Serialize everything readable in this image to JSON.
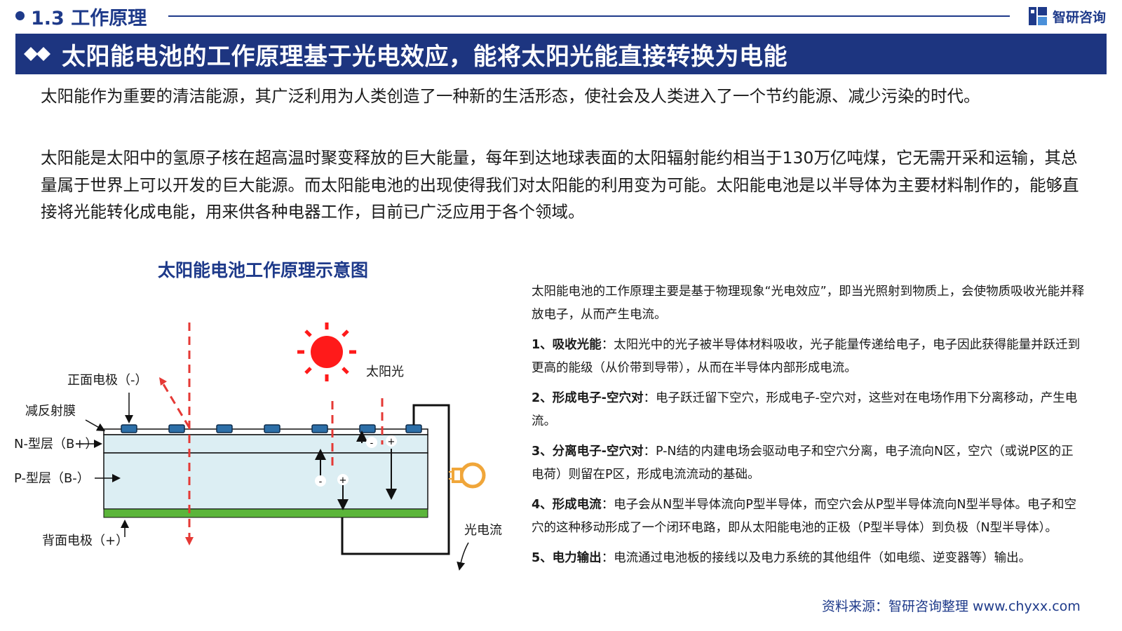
{
  "header": {
    "section": "1.3 工作原理",
    "brand": "智研咨询"
  },
  "title": "太阳能电池的工作原理基于光电效应，能将太阳光能直接转换为电能",
  "intro": {
    "p1": "太阳能作为重要的清洁能源，其广泛利用为人类创造了一种新的生活形态，使社会及人类进入了一个节约能源、减少污染的时代。",
    "p2": "太阳能是太阳中的氢原子核在超高温时聚变释放的巨大能量，每年到达地球表面的太阳辐射能约相当于130万亿吨煤，它无需开采和运输，其总量属于世界上可以开发的巨大能源。而太阳能电池的出现使得我们对太阳能的利用变为可能。太阳能电池是以半导体为主要材料制作的，能够直接将光能转化成电能，用来供各种电器工作，目前已广泛应用于各个领域。"
  },
  "diagram": {
    "title": "太阳能电池工作原理示意图",
    "labels": {
      "front_electrode": "正面电极（-）",
      "anti_reflect": "减反射膜",
      "n_layer": "N-型层（B+）",
      "p_layer": "P-型层（B-）",
      "back_electrode": "背面电极（+）",
      "sunlight": "太阳光",
      "photocurrent": "光电流",
      "minus": "-",
      "plus": "+"
    },
    "colors": {
      "ray": "#e53935",
      "sun": "#ff1a1a",
      "layer": "#dceef3",
      "back": "#5bb53a",
      "bulb": "#f0a63a",
      "electrode": "#2d6fa8"
    }
  },
  "explain": {
    "intro": "太阳能电池的工作原理主要是基于物理现象“光电效应”，即当光照射到物质上，会使物质吸收光能并释放电子，从而产生电流。",
    "items": [
      {
        "head": "1、吸收光能",
        "body": "：太阳光中的光子被半导体材料吸收，光子能量传递给电子，电子因此获得能量并跃迁到更高的能级（从价带到导带），从而在半导体内部形成电流。"
      },
      {
        "head": "2、形成电子-空穴对",
        "body": "：电子跃迁留下空穴，形成电子-空穴对，这些对在电场作用下分离移动，产生电流。"
      },
      {
        "head": "3、分离电子-空穴对",
        "body": "：P-N结的内建电场会驱动电子和空穴分离，电子流向N区，空穴（或说P区的正电荷）则留在P区，形成电流流动的基础。"
      },
      {
        "head": "4、形成电流",
        "body": "：电子会从N型半导体流向P型半导体，而空穴会从P型半导体流向N型半导体。电子和空穴的这种移动形成了一个闭环电路，即从太阳能电池的正极（P型半导体）到负极（N型半导体）。"
      },
      {
        "head": "5、电力输出",
        "body": "：电流通过电池板的接线以及电力系统的其他组件（如电缆、逆变器等）输出。"
      }
    ]
  },
  "source": "资料来源：智研咨询整理  www.chyxx.com"
}
